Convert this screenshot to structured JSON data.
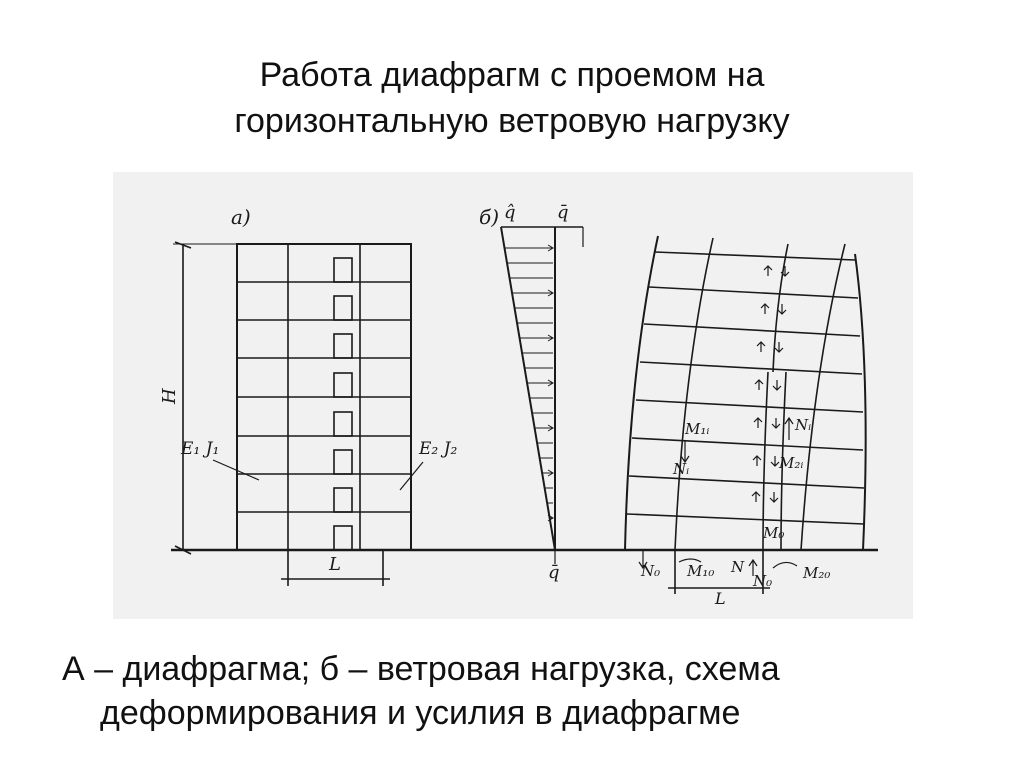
{
  "title": {
    "line1": "Работа диафрагм с проемом на",
    "line2": "горизонтальную ветровую нагрузку"
  },
  "caption": {
    "line1": "А – диафрагма; б – ветровая нагрузка, схема",
    "line2": "деформирования и усилия в диафрагме"
  },
  "figure": {
    "label_a": "а)",
    "label_b": "б)",
    "H": "H",
    "L_a": "L",
    "E1J1": "E₁ J₁",
    "E2J2": "E₂ J₂",
    "q_hat": "q̂",
    "q_bar": "q̄",
    "q_bottom": "q̄",
    "M1i": "M₁ᵢ",
    "Ni_left": "Nᵢ",
    "Ni_right": "Nᵢ",
    "M2i": "M₂ᵢ",
    "M0": "M₀",
    "N0_left": "N₀",
    "M10": "M₁₀",
    "N": "N",
    "N0_right": "N₀",
    "M20": "M₂₀",
    "L_b": "L"
  }
}
